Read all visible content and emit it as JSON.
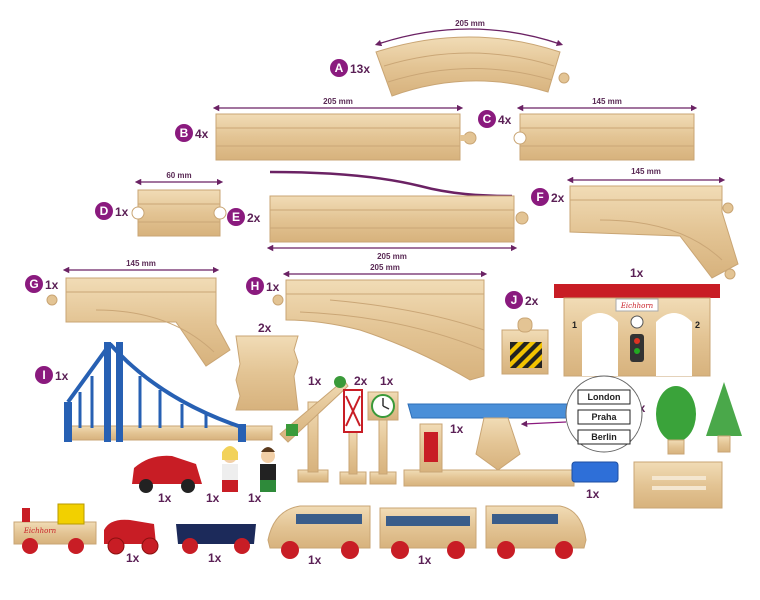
{
  "pieces": {
    "A": {
      "letter": "A",
      "qty": "13x",
      "dim": "205 mm"
    },
    "B": {
      "letter": "B",
      "qty": "4x",
      "dim": "205 mm"
    },
    "C": {
      "letter": "C",
      "qty": "4x",
      "dim": "145 mm"
    },
    "D": {
      "letter": "D",
      "qty": "1x",
      "dim": "60 mm"
    },
    "E": {
      "letter": "E",
      "qty": "2x",
      "dim": "205 mm"
    },
    "F": {
      "letter": "F",
      "qty": "2x",
      "dim": "145 mm"
    },
    "G": {
      "letter": "G",
      "qty": "1x",
      "dim": "145 mm"
    },
    "H": {
      "letter": "H",
      "qty": "1x",
      "dim": "205 mm"
    },
    "I": {
      "letter": "I",
      "qty": "1x"
    },
    "J": {
      "letter": "J",
      "qty": "2x"
    }
  },
  "quantities": {
    "station": "1x",
    "ramp": "2x",
    "signal": "1x",
    "crossing": "2x",
    "clock": "1x",
    "platform": "1x",
    "signs": "1x",
    "bench": "1x",
    "red_car": "1x",
    "figure_1": "1x",
    "figure_2": "1x",
    "locomotive_set": "1x",
    "wagon": "1x",
    "train_front": "1x",
    "train_middle": "1x"
  },
  "station": {
    "logo": "Eichhorn",
    "track_1": "1",
    "track_2": "2"
  },
  "destination_signs": [
    "London",
    "Praha",
    "Berlin"
  ],
  "locomotive_logo": "Eichhorn",
  "colors": {
    "badge": "#8a1a7e",
    "dimension_line": "#6b2264",
    "wood": "#e6c89c",
    "bridge": "#2760b3",
    "wheel": "#c41a1a"
  }
}
